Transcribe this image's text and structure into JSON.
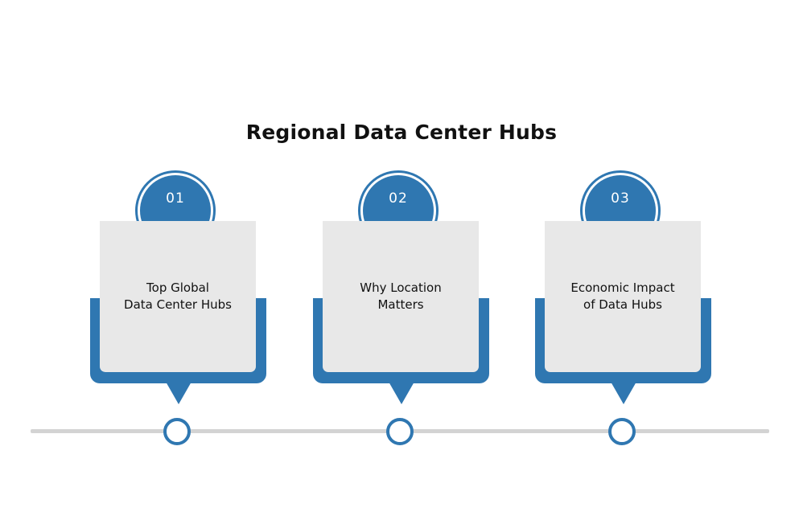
{
  "title": "Regional Data Center Hubs",
  "steps": [
    {
      "number": "01",
      "label": "Top Global\nData Center Hubs"
    },
    {
      "number": "02",
      "label": "Why Location\nMatters"
    },
    {
      "number": "03",
      "label": "Economic Impact\nof Data Hubs"
    }
  ],
  "colors": {
    "accent": "#2f77b1",
    "card": "#e8e8e8",
    "timeline": "#d3d3d3",
    "text": "#111111"
  }
}
